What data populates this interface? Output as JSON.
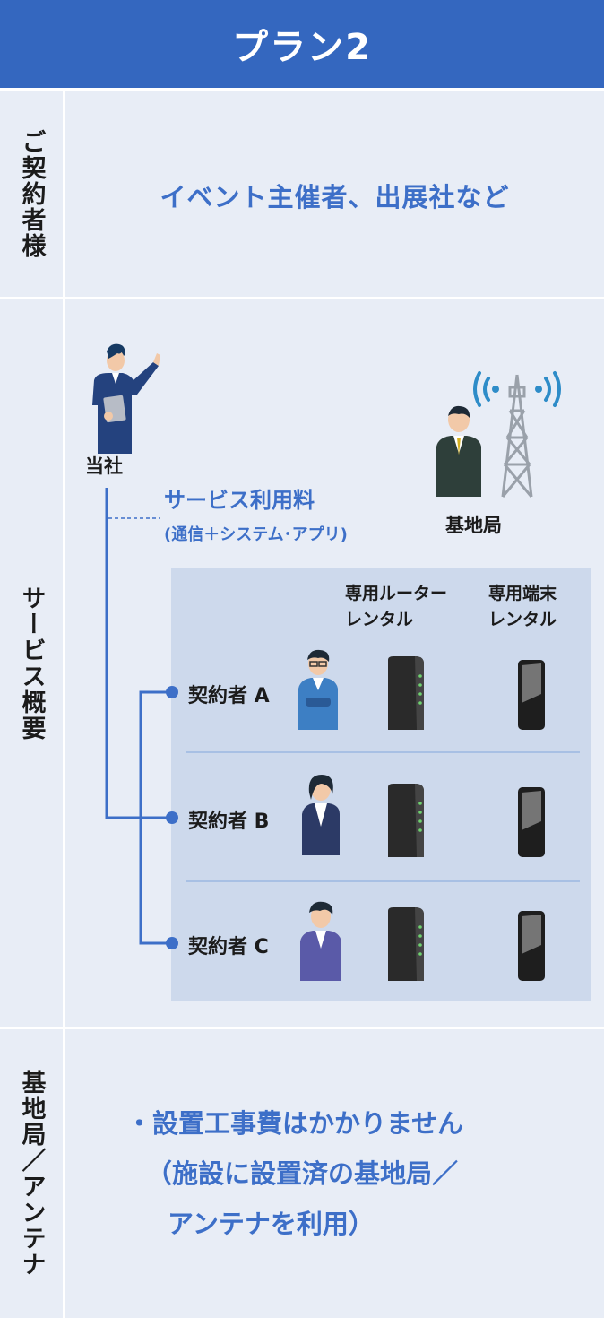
{
  "header": {
    "title": "プラン2"
  },
  "rows": {
    "contractor": {
      "label": "ご契約者様",
      "value": "イベント主催者、出展社など"
    },
    "overview": {
      "label": "サービス概要"
    },
    "station": {
      "label": "基地局／アンテナ"
    }
  },
  "diagram": {
    "company_label": "当社",
    "station_label": "基地局",
    "fee_title": "サービス利用料",
    "fee_detail": "(通信＋システム･アプリ)",
    "col_router": [
      "専用ルーター",
      "レンタル"
    ],
    "col_terminal": [
      "専用端末",
      "レンタル"
    ],
    "contractors": [
      "契約者 A",
      "契約者 B",
      "契約者 C"
    ]
  },
  "notes": [
    "・設置工事費はかかりません",
    "（施設に設置済の基地局／",
    "アンテナを利用）"
  ],
  "colors": {
    "header": "#3467bf",
    "accent": "#3d6fc8",
    "panel": "#cdd9ec",
    "row_bg": "#e8edf6"
  }
}
